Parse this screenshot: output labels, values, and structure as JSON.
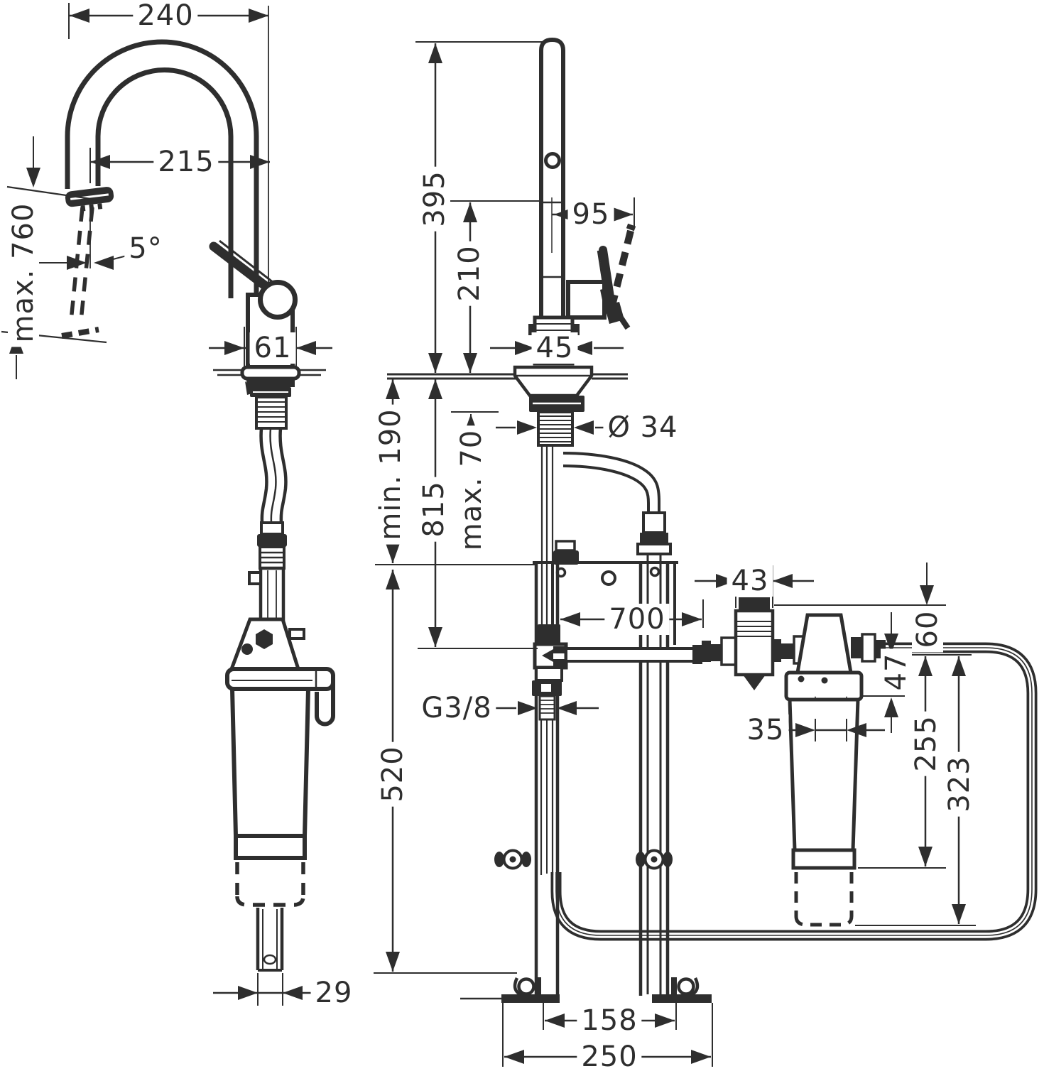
{
  "drawing": {
    "kind": "faucet-installation-dimensional-drawing",
    "colors": {
      "line": "#2e2e2e",
      "background": "#ffffff"
    }
  },
  "dimensions": {
    "spout_reach": "240",
    "spray_reach": "215",
    "max_pullout_length": "max. 760",
    "spray_swivel_angle": "5°",
    "body_width": "61",
    "height_above_deck": "395",
    "handle_height": "210",
    "handle_projection": "95",
    "body_depth": "45",
    "min_clearance_below": "min. 190",
    "hose_drop_below_deck": "815",
    "max_counter_thickness": "max. 70",
    "shank_diameter": "Ø 34",
    "valve_width": "43",
    "pipe_run": "700",
    "filter_top_offset": "60",
    "filter_head_height": "47",
    "port_spacing": "35",
    "cartridge_height": "255",
    "cartridge_total_height": "323",
    "supply_thread": "G3/8",
    "frame_height": "520",
    "tube_width": "29",
    "frame_inner_width": "158",
    "base_width": "250"
  }
}
